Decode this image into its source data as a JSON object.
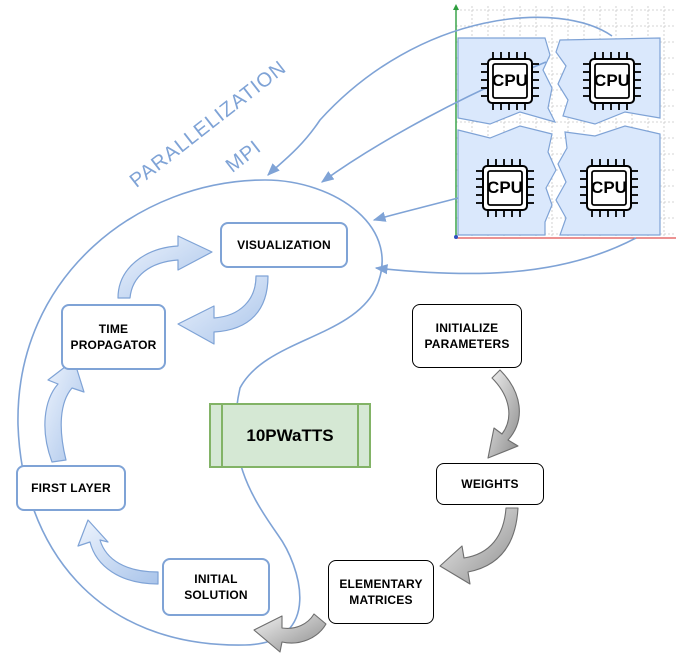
{
  "labels": {
    "parallelization": "PARALLELIZATION",
    "mpi": "MPI"
  },
  "nodes": {
    "visualization": "VISUALIZATION",
    "time_propagator": "TIME\nPROPAGATOR",
    "first_layer": "FIRST LAYER",
    "initial_solution": "INITIAL\nSOLUTION",
    "initialize_parameters": "INITIALIZE\nPARAMETERS",
    "weights": "WEIGHTS",
    "elementary_matrices": "ELEMENTARY\nMATRICES",
    "main": "10PWaTTS"
  },
  "cpus": [
    "CPU",
    "CPU",
    "CPU",
    "CPU"
  ],
  "colors": {
    "blue": "#7fa3d6",
    "blue_fill": "#dae8fc",
    "green_fill": "#d5e8d4",
    "green_stroke": "#82b366",
    "gray_arrow": "#a6a6a6"
  }
}
